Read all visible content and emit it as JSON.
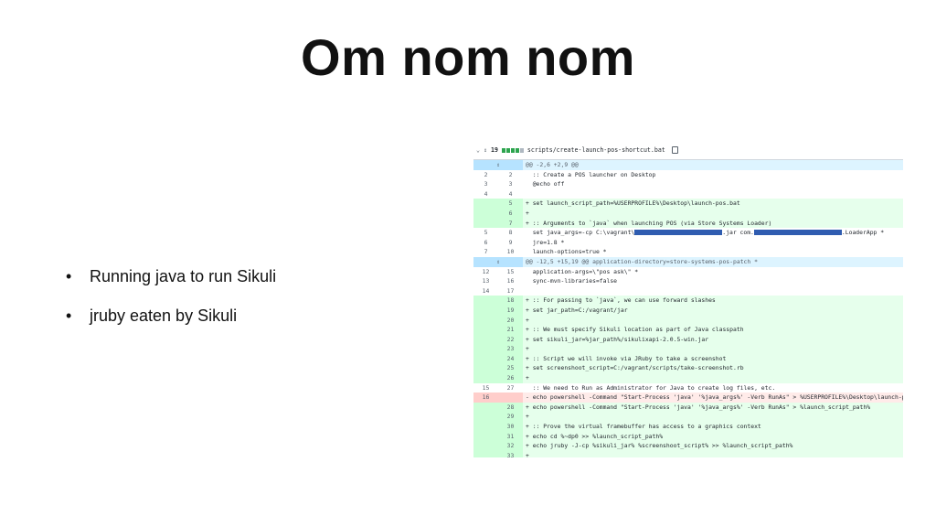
{
  "slide": {
    "title": "Om nom nom",
    "bullets": [
      "Running java to run Sikuli",
      "jruby eaten by Sikuli"
    ],
    "bullet_glyph": "•"
  },
  "diff": {
    "header": {
      "collapse_icon": "chevron-down-icon",
      "expand_icon": "expand-icon",
      "change_count": "19",
      "bars": [
        "add",
        "add",
        "add",
        "add",
        "neutral"
      ],
      "file_path": "scripts/create-launch-pos-shortcut.bat",
      "copy_icon": "copy-icon"
    },
    "colors": {
      "add_bg": "#e6ffec",
      "del_bg": "#ffebe9",
      "hunk_bg": "#ddf4ff",
      "redaction": "#2f5cb0"
    },
    "rows": [
      {
        "type": "hunk",
        "old": "",
        "new": "",
        "text": "@@ -2,6 +2,9 @@"
      },
      {
        "type": "ctx",
        "old": "2",
        "new": "2",
        "text": "  :: Create a POS launcher on Desktop"
      },
      {
        "type": "ctx",
        "old": "3",
        "new": "3",
        "text": "  @echo off"
      },
      {
        "type": "ctx",
        "old": "4",
        "new": "4",
        "text": ""
      },
      {
        "type": "add",
        "old": "",
        "new": "5",
        "text": "+ set launch_script_path=%USERPROFILE%\\Desktop\\launch-pos.bat"
      },
      {
        "type": "add",
        "old": "",
        "new": "6",
        "text": "+"
      },
      {
        "type": "add",
        "old": "",
        "new": "7",
        "text": "+ :: Arguments to `java` when launching POS (via Store Systems Loader)"
      },
      {
        "type": "ctx",
        "old": "5",
        "new": "8",
        "text": "  set java_args=-cp C:\\vagrant\\",
        "redacted": true,
        "text2": ".jar com.",
        "text3": ".LoaderApp *"
      },
      {
        "type": "ctx",
        "old": "6",
        "new": "9",
        "text": "  jre=1.8 *"
      },
      {
        "type": "ctx",
        "old": "7",
        "new": "10",
        "text": "  launch-options=true *"
      },
      {
        "type": "hunk",
        "old": "",
        "new": "",
        "text": "@@ -12,5 +15,19 @@ application-directory=store-systems-pos-patch *"
      },
      {
        "type": "ctx",
        "old": "12",
        "new": "15",
        "text": "  application-args=\\\"pos ask\\\" *"
      },
      {
        "type": "ctx",
        "old": "13",
        "new": "16",
        "text": "  sync-mvn-libraries=false"
      },
      {
        "type": "ctx",
        "old": "14",
        "new": "17",
        "text": ""
      },
      {
        "type": "add",
        "old": "",
        "new": "18",
        "text": "+ :: For passing to `java`, we can use forward slashes"
      },
      {
        "type": "add",
        "old": "",
        "new": "19",
        "text": "+ set jar_path=C:/vagrant/jar"
      },
      {
        "type": "add",
        "old": "",
        "new": "20",
        "text": "+"
      },
      {
        "type": "add",
        "old": "",
        "new": "21",
        "text": "+ :: We must specify Sikuli location as part of Java classpath"
      },
      {
        "type": "add",
        "old": "",
        "new": "22",
        "text": "+ set sikuli_jar=%jar_path%/sikulixapi-2.0.5-win.jar"
      },
      {
        "type": "add",
        "old": "",
        "new": "23",
        "text": "+"
      },
      {
        "type": "add",
        "old": "",
        "new": "24",
        "text": "+ :: Script we will invoke via JRuby to take a screenshot"
      },
      {
        "type": "add",
        "old": "",
        "new": "25",
        "text": "+ set screenshoot_script=C:/vagrant/scripts/take-screenshot.rb"
      },
      {
        "type": "add",
        "old": "",
        "new": "26",
        "text": "+"
      },
      {
        "type": "ctx",
        "old": "15",
        "new": "27",
        "text": "  :: We need to Run as Administrator for Java to create log files, etc."
      },
      {
        "type": "del",
        "old": "16",
        "new": "",
        "text": "- echo powershell -Command \"Start-Process 'java' '%java_args%' -Verb RunAs\" > %USERPROFILE%\\Desktop\\launch-pos.bat"
      },
      {
        "type": "add",
        "old": "",
        "new": "28",
        "text": "+ echo powershell -Command \"Start-Process 'java' '%java_args%' -Verb RunAs\" > %launch_script_path%"
      },
      {
        "type": "add",
        "old": "",
        "new": "29",
        "text": "+"
      },
      {
        "type": "add",
        "old": "",
        "new": "30",
        "text": "+ :: Prove the virtual framebuffer has access to a graphics context"
      },
      {
        "type": "add",
        "old": "",
        "new": "31",
        "text": "+ echo cd %~dp0 >> %launch_script_path%"
      },
      {
        "type": "add",
        "old": "",
        "new": "32",
        "text": "+ echo jruby -J-cp %sikuli_jar% %screenshoot_script% >> %launch_script_path%"
      },
      {
        "type": "add",
        "old": "",
        "new": "33",
        "text": "+"
      }
    ]
  }
}
